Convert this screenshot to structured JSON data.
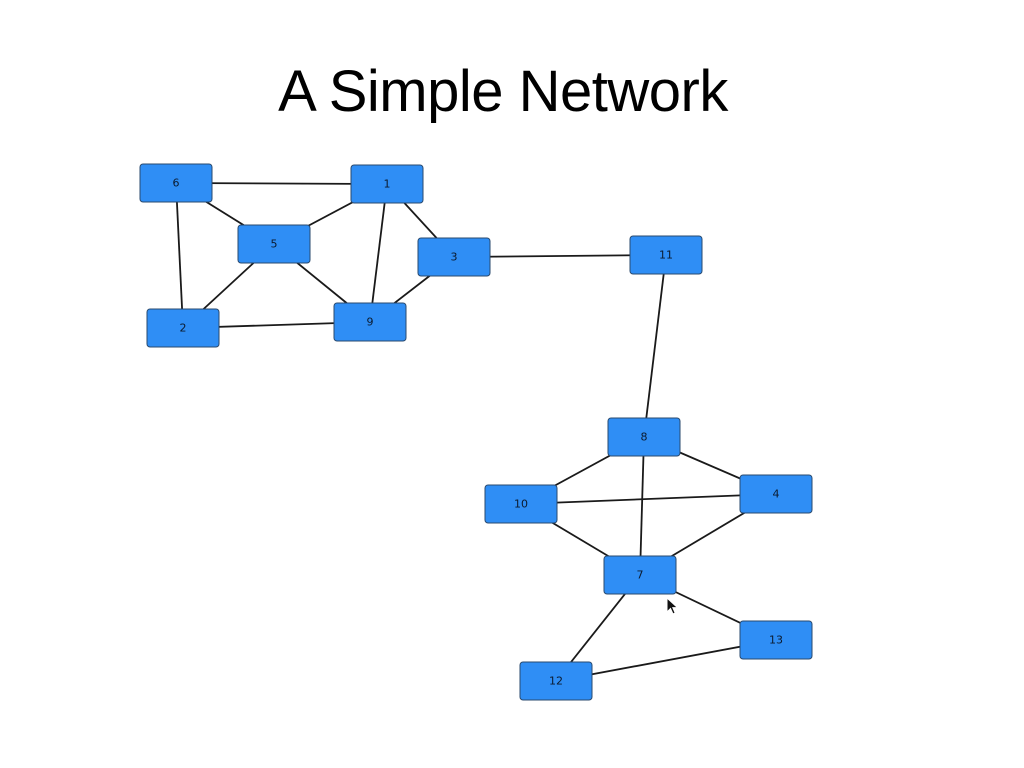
{
  "title": "A Simple Network",
  "colors": {
    "node_fill": "#2f8ef5",
    "edge": "#1a1a1a",
    "background": "#ffffff"
  },
  "network": {
    "nodes": [
      {
        "id": "6",
        "label": "6"
      },
      {
        "id": "1",
        "label": "1"
      },
      {
        "id": "5",
        "label": "5"
      },
      {
        "id": "3",
        "label": "3"
      },
      {
        "id": "11",
        "label": "11"
      },
      {
        "id": "2",
        "label": "2"
      },
      {
        "id": "9",
        "label": "9"
      },
      {
        "id": "8",
        "label": "8"
      },
      {
        "id": "10",
        "label": "10"
      },
      {
        "id": "4",
        "label": "4"
      },
      {
        "id": "7",
        "label": "7"
      },
      {
        "id": "13",
        "label": "13"
      },
      {
        "id": "12",
        "label": "12"
      }
    ],
    "edges": [
      [
        "6",
        "1"
      ],
      [
        "6",
        "5"
      ],
      [
        "6",
        "2"
      ],
      [
        "1",
        "5"
      ],
      [
        "1",
        "9"
      ],
      [
        "1",
        "3"
      ],
      [
        "5",
        "2"
      ],
      [
        "5",
        "9"
      ],
      [
        "2",
        "9"
      ],
      [
        "9",
        "3"
      ],
      [
        "3",
        "11"
      ],
      [
        "11",
        "8"
      ],
      [
        "8",
        "10"
      ],
      [
        "8",
        "4"
      ],
      [
        "8",
        "7"
      ],
      [
        "10",
        "4"
      ],
      [
        "10",
        "7"
      ],
      [
        "4",
        "7"
      ],
      [
        "7",
        "13"
      ],
      [
        "7",
        "12"
      ],
      [
        "12",
        "13"
      ]
    ]
  },
  "cursor_icon": "mouse-pointer-icon"
}
